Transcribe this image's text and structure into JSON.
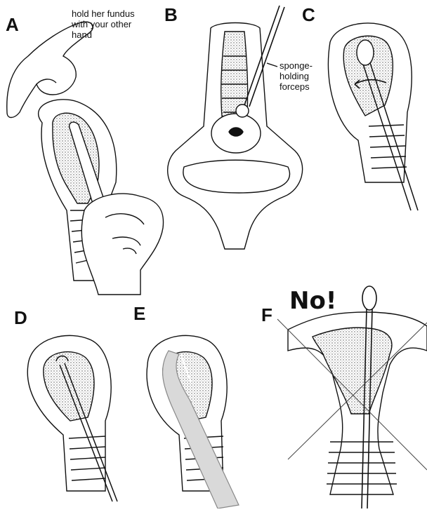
{
  "panels": [
    {
      "letter": "A",
      "annotation": "hold her fundus\nwith your other\nhand"
    },
    {
      "letter": "B",
      "annotation": "sponge-\nholding\nforceps"
    },
    {
      "letter": "C"
    },
    {
      "letter": "D"
    },
    {
      "letter": "E"
    },
    {
      "letter": "F",
      "annotation": "No!"
    }
  ],
  "colors": {
    "ink": "#111111",
    "stipple": "#bdbdbd",
    "tube": "#d9d9d9"
  }
}
